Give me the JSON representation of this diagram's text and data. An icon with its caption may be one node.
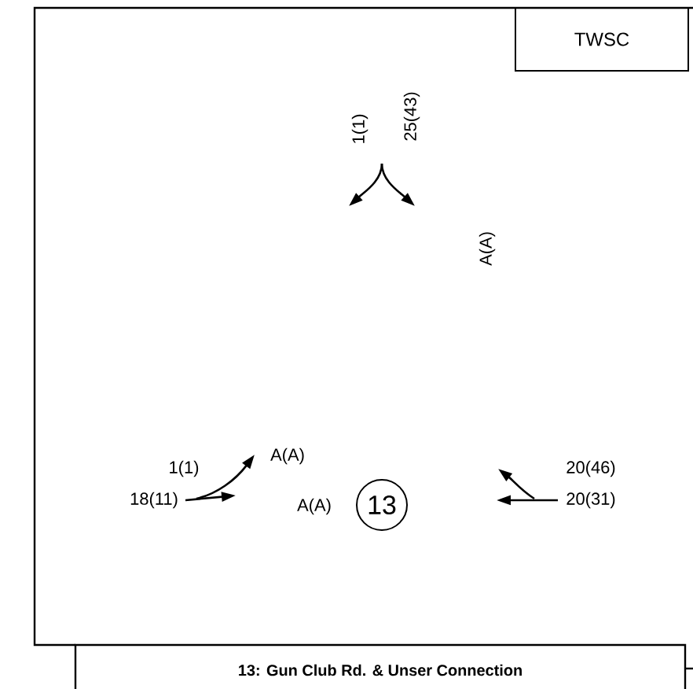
{
  "diagram": {
    "title": "13: Gun Club Rd. & Unser Connection",
    "nodes": [
      {
        "text": [
          "TWSC"
        ]
      },
      {
        "text": [
          "13"
        ]
      }
    ],
    "labels": [
      "1(1)",
      "25(43)",
      "A(A)",
      "1(1)",
      "18(11)",
      "A(A)",
      "A(A)",
      "20(46)",
      "20(31)"
    ]
  }
}
